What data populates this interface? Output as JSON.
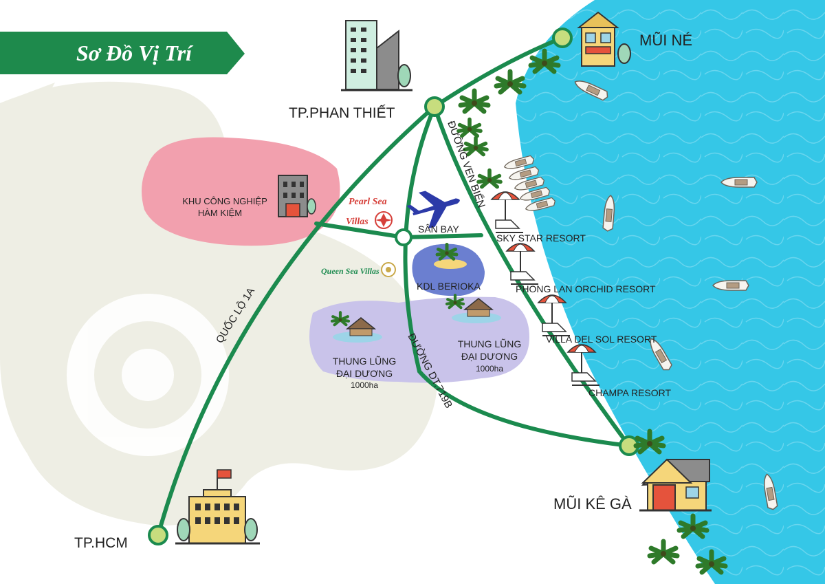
{
  "header": {
    "title": "Sơ Đồ Vị Trí"
  },
  "cities": {
    "phan_thiet": "TP.PHAN THIẾT",
    "mui_ne": "MŨI NÉ",
    "mui_ke_ga": "MŨI KÊ GÀ",
    "hcm": "TP.HCM"
  },
  "roads": {
    "ql1a": "QUỐC LỘ 1A",
    "ven_bien": "ĐƯỜNG VEN BIỂN",
    "dt719b": "ĐƯỜNG DT.719B"
  },
  "places": {
    "khu_cong_nghiep_1": "KHU CÔNG NGHIỆP",
    "khu_cong_nghiep_2": "HÀM KIỆM",
    "san_bay": "SÂN BAY",
    "berioka": "KDL BERIOKA",
    "tld_left_1": "THUNG LŨNG",
    "tld_left_2": "ĐẠI DƯƠNG",
    "tld_left_3": "1000ha",
    "tld_right_1": "THUNG LŨNG",
    "tld_right_2": "ĐẠI DƯƠNG",
    "tld_right_3": "1000ha"
  },
  "projects": {
    "pearl_1": "Pearl Sea",
    "pearl_2": "Villas",
    "queen": "Queen Sea Villas"
  },
  "resorts": {
    "sky_star": "SKY STAR RESORT",
    "phong_lan": "PHONG LAN ORCHID RESORT",
    "villa_del_sol": "VILLA DEL SOL RESORT",
    "champa": "CHAMPA RESORT"
  },
  "colors": {
    "road": "#1b8a4e",
    "banner": "#1e8a4c",
    "sea": "#33c6e6",
    "industrial_zone": "#f2a0ae",
    "berioka_zone": "#6b7fd0",
    "valley_zone": "#c9c3ea",
    "background_shape": "#eeeee4"
  }
}
